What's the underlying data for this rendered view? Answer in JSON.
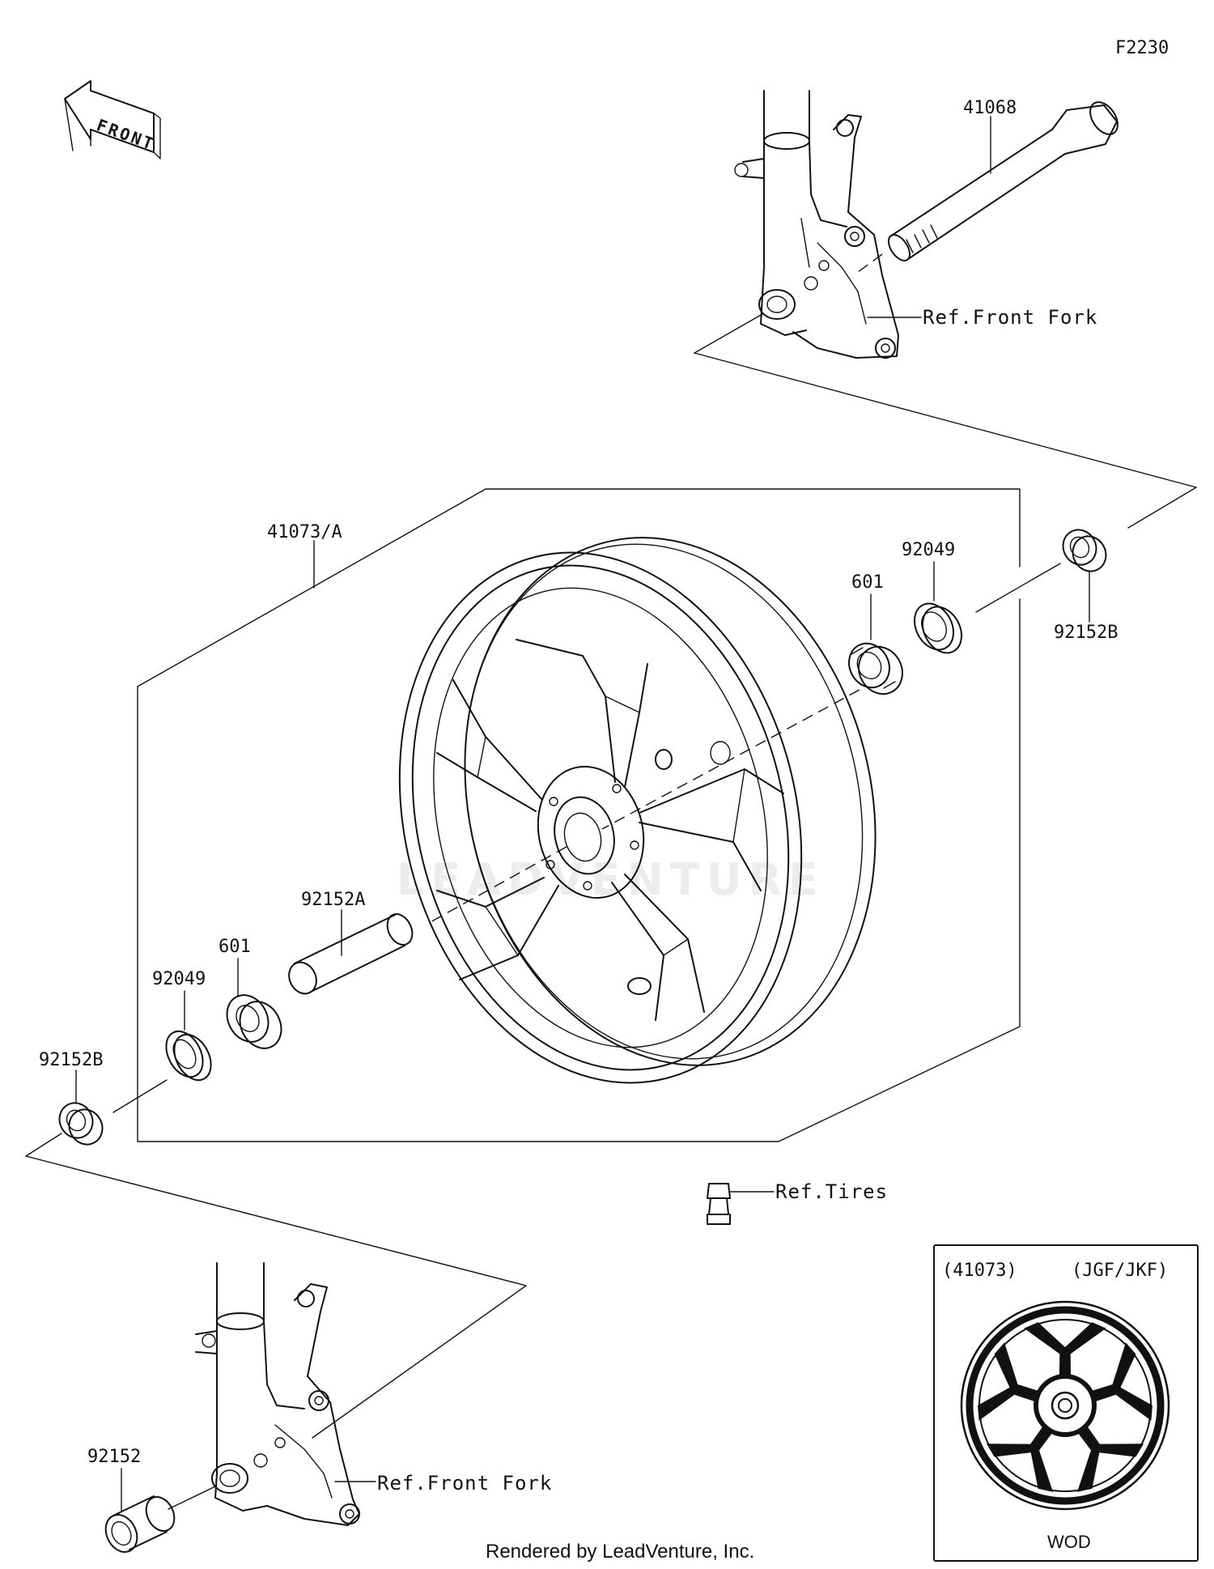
{
  "diagram_code": "F2230",
  "front_arrow_text": "FRONT",
  "watermark": "LEADVENTURE",
  "parts": {
    "axle": "41068",
    "wheel_assy": "41073/A",
    "seal_upper": "92049",
    "bearing_upper": "601",
    "collar_upper": "92152B",
    "spacer": "92152A",
    "bearing_lower": "601",
    "seal_lower": "92049",
    "collar_lower": "92152B",
    "collar_fork": "92152"
  },
  "refs": {
    "front_fork_upper": "Ref.Front Fork",
    "front_fork_lower": "Ref.Front Fork",
    "tires": "Ref.Tires"
  },
  "inset": {
    "part_number": "(41073)",
    "variant": "(JGF/JKF)",
    "color_code": "WOD"
  },
  "footer": "Rendered by LeadVenture, Inc."
}
